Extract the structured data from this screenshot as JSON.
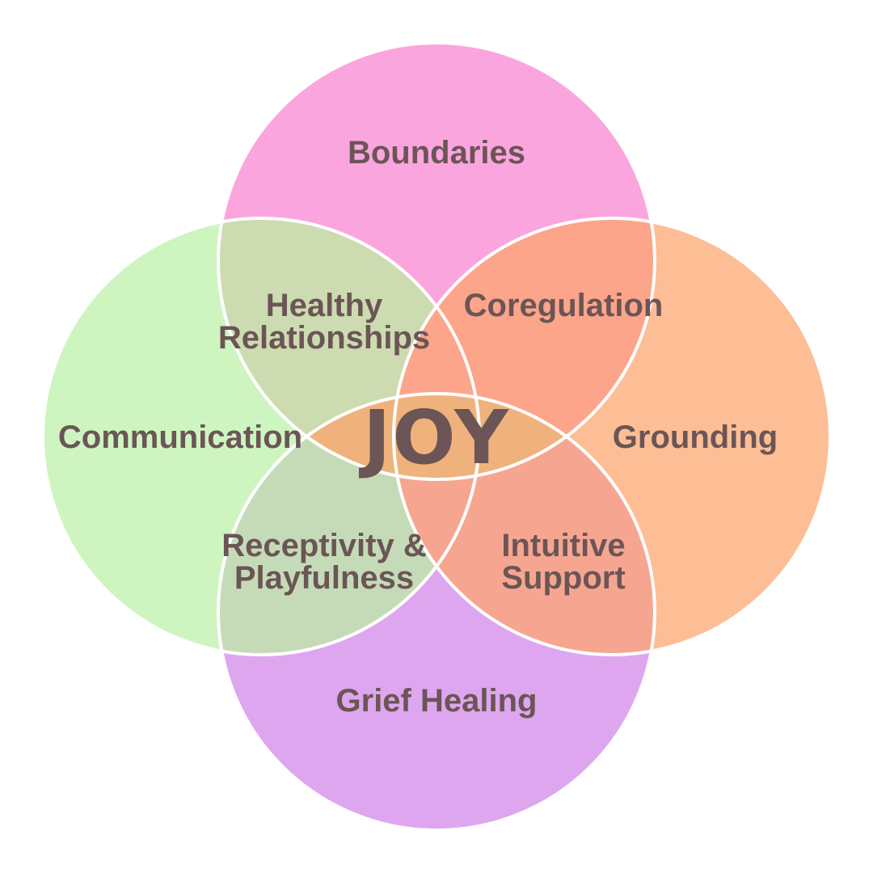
{
  "center": {
    "label": "JOY"
  },
  "petals": {
    "top": {
      "label": "Boundaries",
      "color": "#fba5de"
    },
    "left": {
      "label": "Communication",
      "color": "#cef5c0"
    },
    "right": {
      "label": "Grounding",
      "color": "#fdbe95"
    },
    "bottom": {
      "label": "Grief Healing",
      "color": "#dea6ef"
    }
  },
  "overlaps": {
    "top_left": {
      "line1": "Healthy",
      "line2": "Relationships",
      "color": "#cddbb0"
    },
    "top_right": {
      "line1": "Coregulation",
      "color": "#fca58a"
    },
    "bottom_left": {
      "line1": "Receptivity &",
      "line2": "Playfulness",
      "color": "#c5dbb8"
    },
    "bottom_right": {
      "line1": "Intuitive",
      "line2": "Support",
      "color": "#f6a690"
    },
    "core": {
      "color": "#f0b27c"
    }
  },
  "outline_color": "#ffffff",
  "text_color": "#6b5556"
}
